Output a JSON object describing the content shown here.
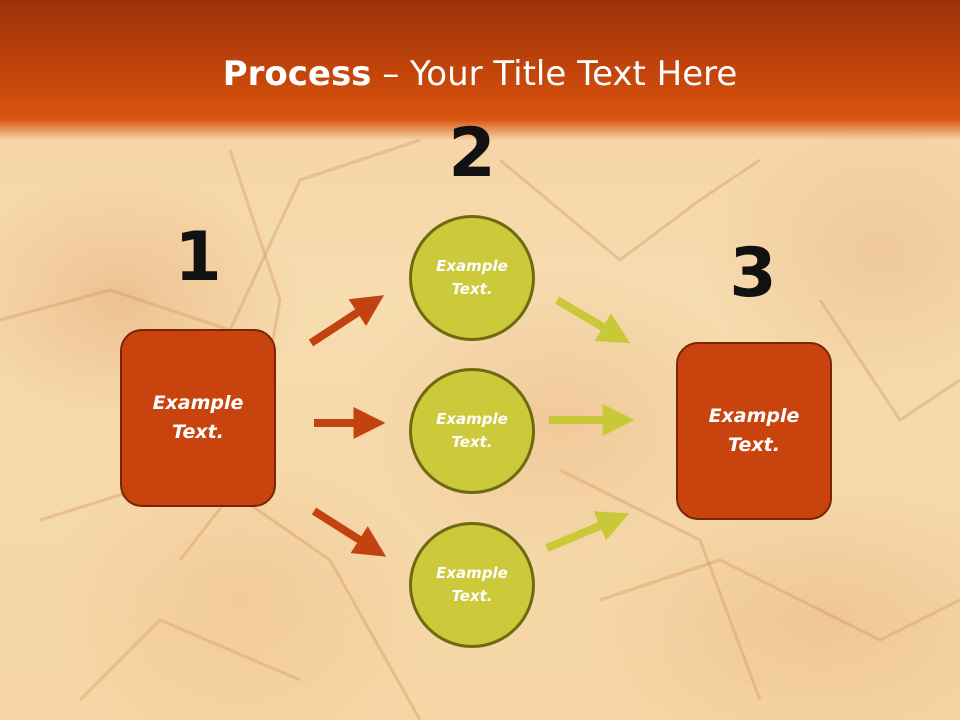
{
  "slide": {
    "title_bold": "Process",
    "title_rest": " – Your Title Text Here"
  },
  "steps": {
    "step1": "1",
    "step2": "2",
    "step3": "3"
  },
  "nodes": {
    "left_box": "Example Text.",
    "circle_top": "Example Text.",
    "circle_middle": "Example Text.",
    "circle_bottom": "Example Text.",
    "right_box": "Example Text."
  },
  "colors": {
    "header": "#c2440a",
    "box_fill": "#c9430f",
    "circle_fill": "#ccc93a",
    "arrow_left": "#c24310",
    "arrow_right": "#c8c838"
  }
}
